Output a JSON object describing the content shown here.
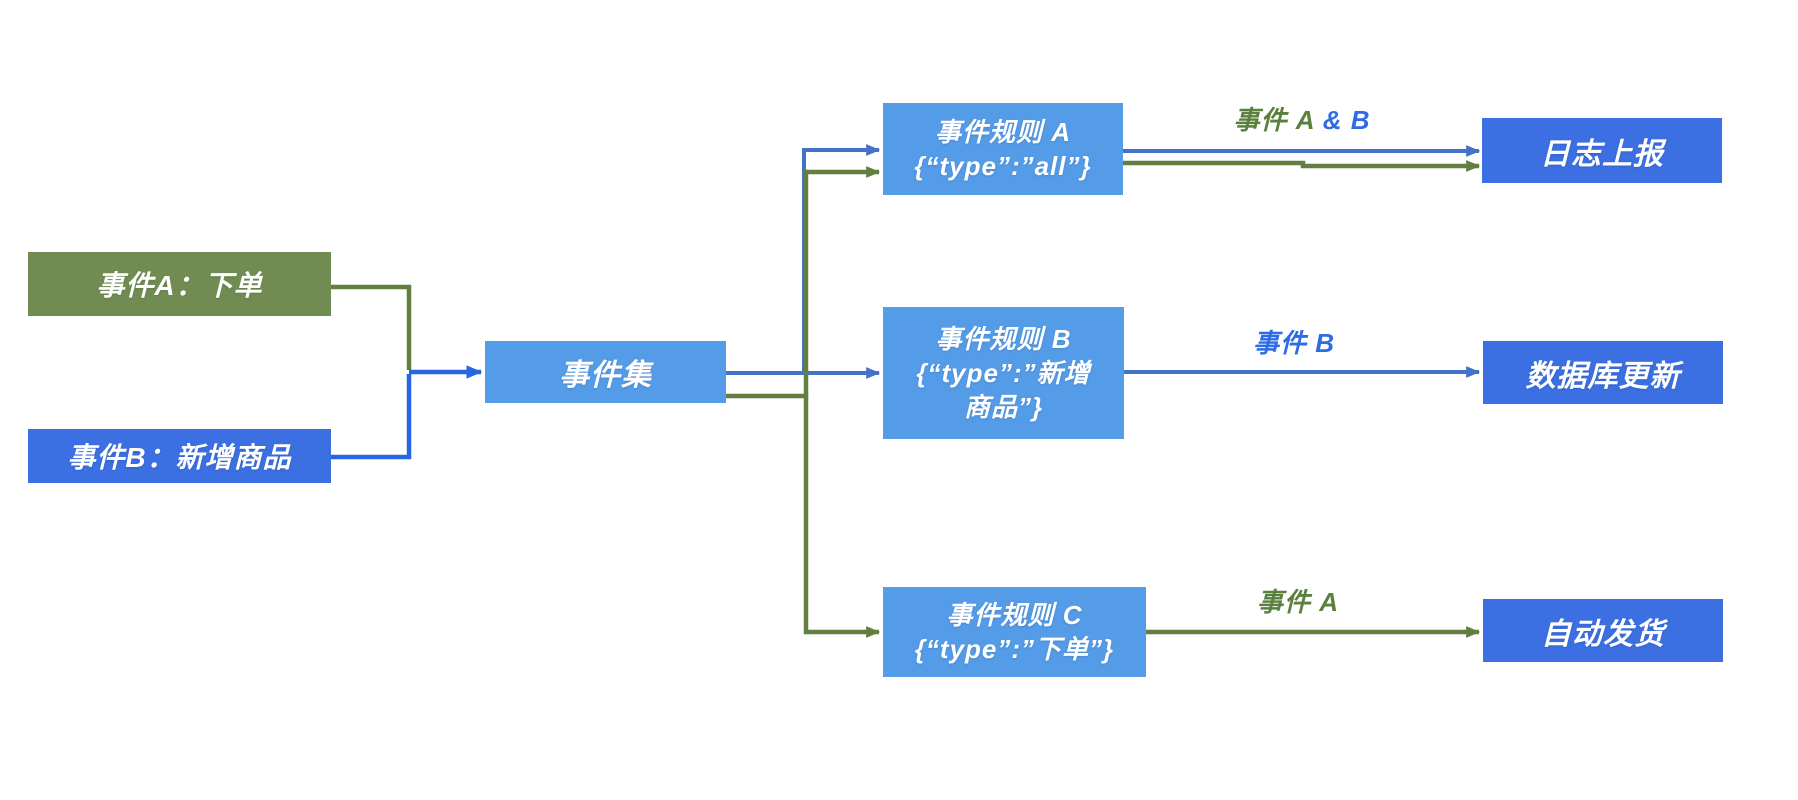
{
  "colors": {
    "green_fill": "#708C52",
    "vivid_blue_fill": "#3B6FE2",
    "light_blue_fill": "#549BE8",
    "slate_line": "#4472C4",
    "vivid_line": "#2566E2",
    "green_line": "#637E41",
    "label_green": "#5A803E",
    "label_blue": "#2E6BE5",
    "canvas_bg": "#FFFFFF"
  },
  "nodes": {
    "event_a": {
      "label": "事件A：下单"
    },
    "event_b": {
      "label": "事件B：新增商品"
    },
    "event_set": {
      "label": "事件集"
    },
    "rule_a": {
      "lines": [
        "事件规则 A",
        "{“type”:”all”}"
      ]
    },
    "rule_b": {
      "lines": [
        "事件规则 B",
        "{“type”:”新增",
        "商品”}"
      ]
    },
    "rule_c": {
      "lines": [
        "事件规则 C",
        "{“type”:”下单”}"
      ]
    },
    "sink_log": {
      "label": "日志上报"
    },
    "sink_db": {
      "label": "数据库更新"
    },
    "sink_ship": {
      "label": "自动发货"
    }
  },
  "edge_labels": {
    "log": {
      "green_part": "事件 A ",
      "blue_part": "& B"
    },
    "db": {
      "text": "事件 B"
    },
    "ship": {
      "text": "事件 A"
    }
  }
}
